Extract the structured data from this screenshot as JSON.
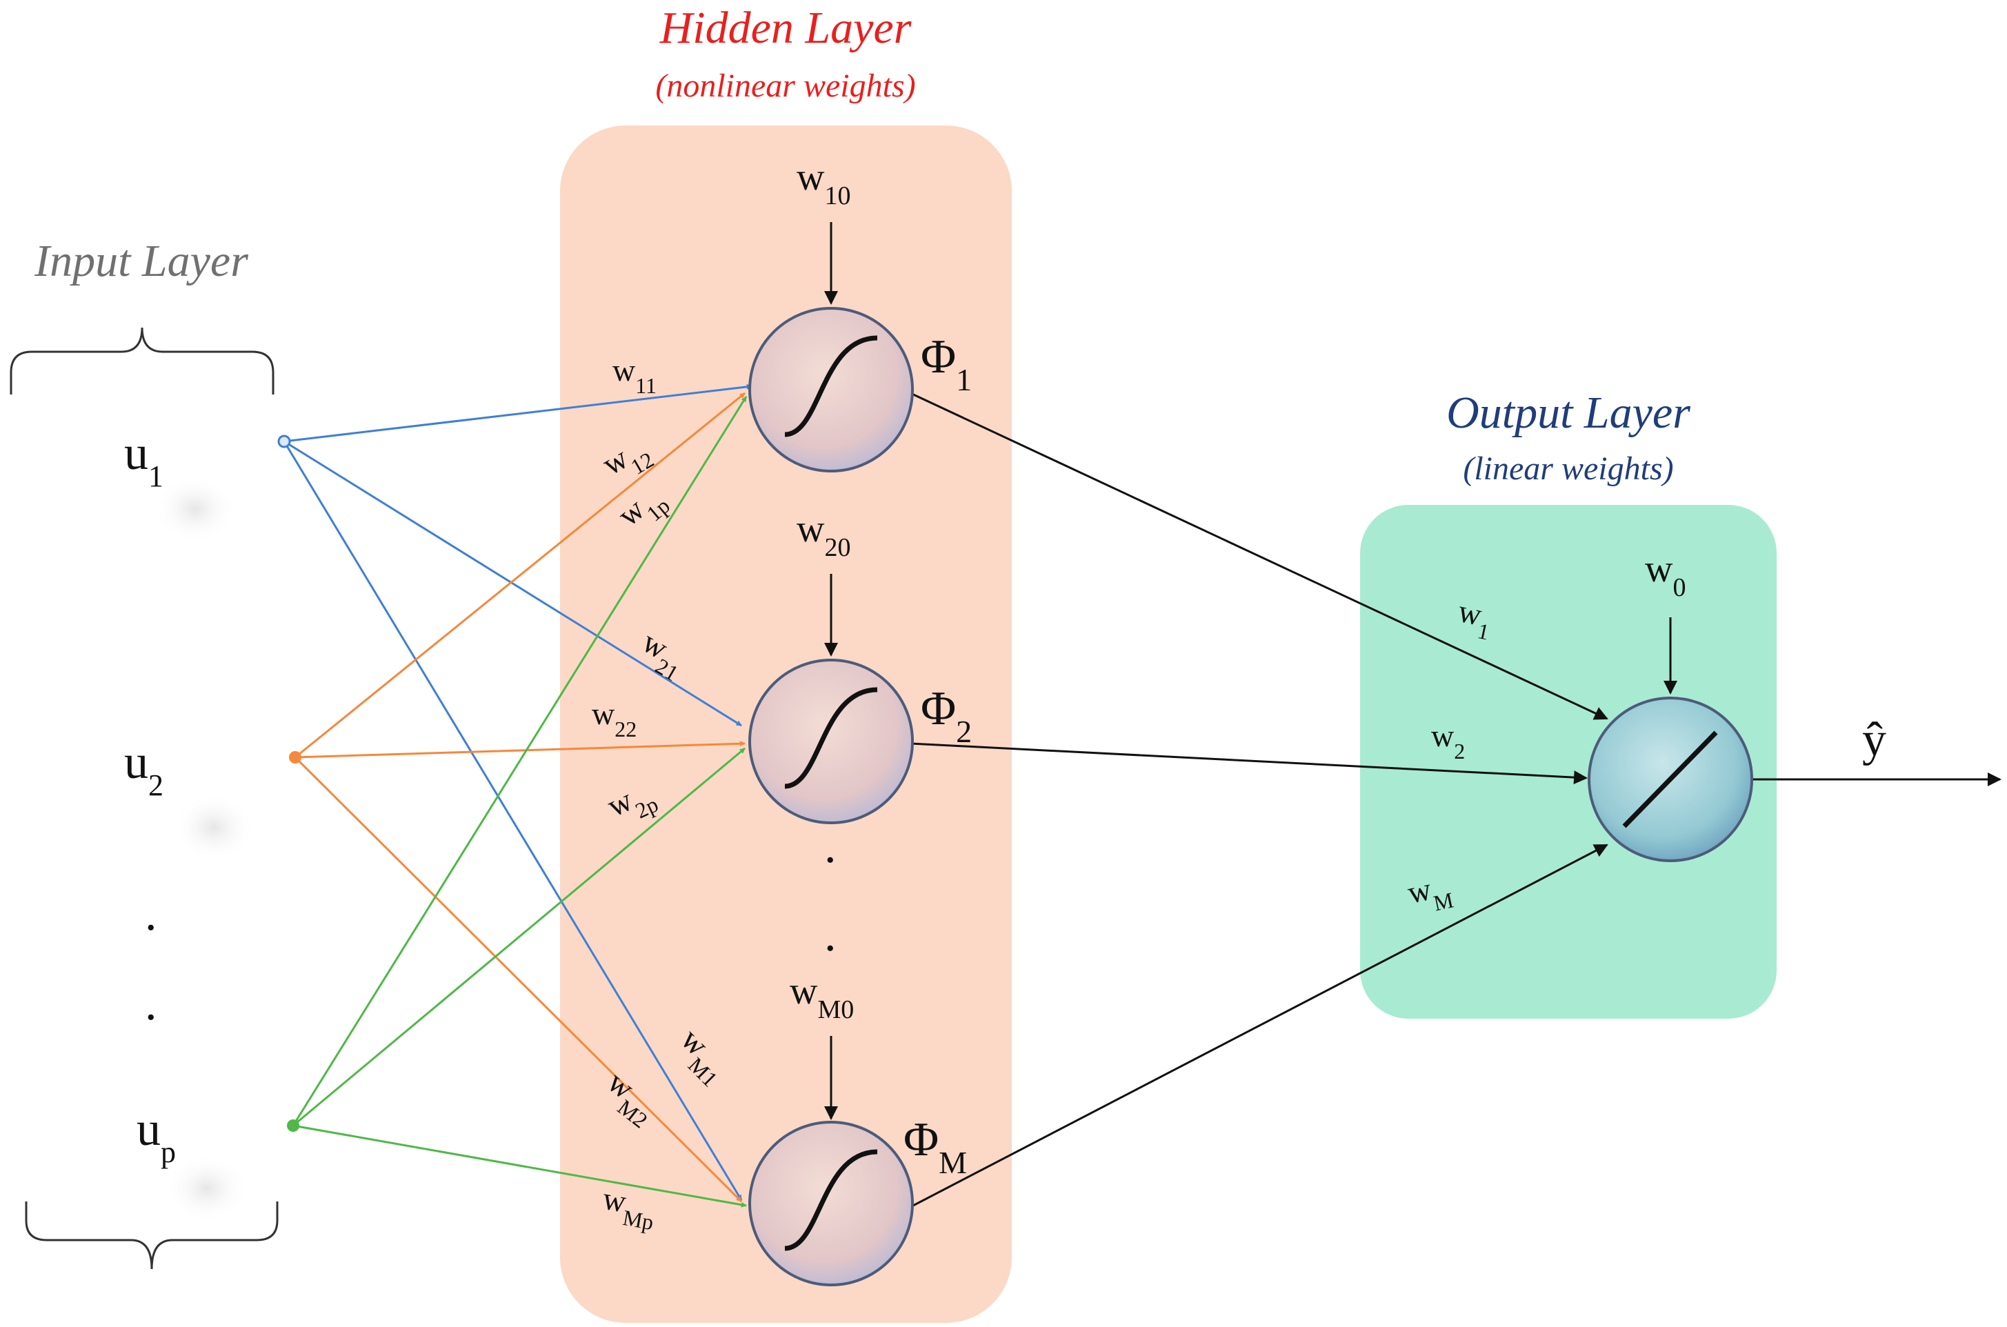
{
  "hidden_layer": {
    "title": "Hidden Layer",
    "subtitle": "(nonlinear weights)"
  },
  "output_layer": {
    "title": "Output Layer",
    "subtitle": "(linear weights)"
  },
  "input_layer": {
    "title": "Input Layer"
  },
  "inputs": [
    "u1",
    "u2",
    "up"
  ],
  "hidden_nodes": [
    {
      "phi": "Φ1",
      "bias": "w10"
    },
    {
      "phi": "Φ2",
      "bias": "w20"
    },
    {
      "phi": "ΦM",
      "bias": "wM0"
    }
  ],
  "output_node": {
    "bias": "w0",
    "output": "ŷ"
  },
  "input_weights": {
    "w11": "w11",
    "w12": "w12",
    "w1p": "w1p",
    "w21": "w21",
    "w22": "w22",
    "w2p": "w2p",
    "wM1": "wM1",
    "wM2": "wM2",
    "wMp": "wMp"
  },
  "output_weights": {
    "w1": "w1",
    "w2": "w2",
    "wM": "wM"
  },
  "ellipsis": ".",
  "colors": {
    "u1": "#3f7fd6",
    "u2": "#f5883a",
    "up": "#4fb848",
    "hidden_bg": "#fbd9c6",
    "output_bg": "#a8ebd2",
    "title_hidden": "#e8201e",
    "title_output": "#1f3d7a",
    "title_input": "#707070"
  }
}
